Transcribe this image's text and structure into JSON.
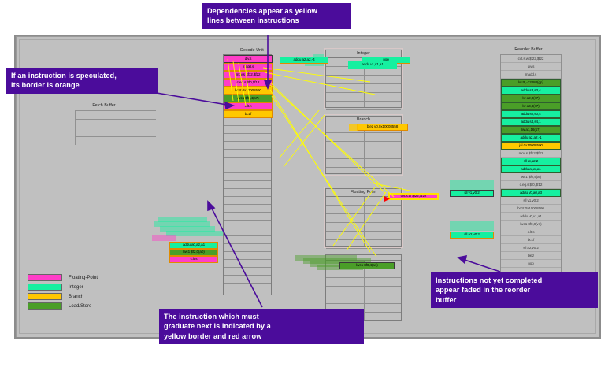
{
  "legend": {
    "items": [
      {
        "label": "Floating-Point",
        "color": "#ff3ec8"
      },
      {
        "label": "Integer",
        "color": "#16f0a0"
      },
      {
        "label": "Branch",
        "color": "#ffc800"
      },
      {
        "label": "Load/Store",
        "color": "#4a9e28"
      }
    ]
  },
  "panels": {
    "fetch_buffer_title": "Fetch Buffer",
    "decode_unit_title": "Decode Unit",
    "integer_title": "Integer",
    "branch_title": "Branch",
    "floating_point_title": "Floating Point",
    "reorder_buffer_title": "Reorder Buffer"
  },
  "decode_unit": {
    "instructions": [
      {
        "text": "div.s",
        "type": "Floating-Point",
        "speculated": false,
        "border": "black"
      },
      {
        "text": "madd.s",
        "type": "Floating-Point",
        "speculated": true,
        "border": "orange"
      },
      {
        "text": "mov.s $f12,$f22",
        "type": "Floating-Point",
        "speculated": true,
        "border": "orange"
      },
      {
        "text": "c.eq.s $f0,$f12",
        "type": "Floating-Point",
        "speculated": true,
        "border": "orange"
      },
      {
        "text": "bc1t 0x10008560",
        "type": "Branch",
        "speculated": true,
        "border": "orange"
      },
      {
        "text": "lwc1 $f0,4(s7)",
        "type": "Load/Store",
        "speculated": true,
        "border": "orange"
      },
      {
        "text": "c.lt.s",
        "type": "Floating-Point",
        "speculated": true,
        "border": "orange"
      },
      {
        "text": "bc1f",
        "type": "Branch",
        "speculated": true,
        "border": "orange"
      }
    ]
  },
  "integer_unit": {
    "instructions": [
      {
        "text": "addu a2,a2,-4",
        "speculated": true,
        "border": "orange"
      },
      {
        "text": "nop",
        "speculated": true,
        "border": "orange"
      },
      {
        "text": "addu v1,v1,a1",
        "speculated": false,
        "border": "none"
      }
    ]
  },
  "branch_unit": {
    "instructions": [
      {
        "text": "blez v0,0x10008558",
        "speculated": true,
        "border": "orange"
      }
    ]
  },
  "floating_point_unit": {
    "instructions": [
      {
        "text": "cvt.s.w $f22,$f22",
        "speculated": false,
        "border": "yellow",
        "graduate_next": true
      }
    ]
  },
  "load_store_unit": {
    "instructions": [
      {
        "text": "lwc1 $f0,4(a1)",
        "speculated": false,
        "border": "black"
      }
    ]
  },
  "pending_left": {
    "instructions": [
      {
        "text": "addu a0,a2,a1",
        "type": "Integer",
        "border": "orange"
      },
      {
        "text": "lwc1 $f2,0(a0)",
        "type": "Load/Store",
        "border": "orange"
      },
      {
        "text": "c.lt.s",
        "type": "Floating-Point",
        "border": "orange"
      }
    ]
  },
  "pending_right": {
    "instructions": [
      {
        "text": "sll v1,v0,2",
        "type": "Integer",
        "border": "black"
      },
      {
        "text": "sll a2,v0,2",
        "type": "Integer",
        "border": "orange"
      }
    ]
  },
  "reorder_buffer": {
    "entries": [
      {
        "text": "cvt.s.w $f22,$f22",
        "state": "pending",
        "color": "#c0c0c0"
      },
      {
        "text": "div.s",
        "state": "pending",
        "color": "#c0c0c0"
      },
      {
        "text": "madd.s",
        "state": "pending",
        "color": "#c0c0c0"
      },
      {
        "text": "lw t9,-32284(gp)",
        "state": "done",
        "color": "#4a9e28"
      },
      {
        "text": "addu s3,s3,4",
        "state": "done",
        "color": "#16f0a0"
      },
      {
        "text": "lw a2,0(s7)",
        "state": "done",
        "color": "#4a9e28"
      },
      {
        "text": "lw a3,8(s7)",
        "state": "done",
        "color": "#4a9e28"
      },
      {
        "text": "addu s0,s0,4",
        "state": "done",
        "color": "#16f0a0"
      },
      {
        "text": "addu s4,s4,1",
        "state": "done",
        "color": "#16f0a0"
      },
      {
        "text": "lw a1,16(s7)",
        "state": "done",
        "color": "#4a9e28"
      },
      {
        "text": "addu a2,a2,-1",
        "state": "done",
        "color": "#16f0a0"
      },
      {
        "text": "jal 0x10008500",
        "state": "done",
        "color": "#ffc800"
      },
      {
        "text": "mov.s $f12,$f22",
        "state": "pending",
        "color": "#c0c0c0"
      },
      {
        "text": "sll at,a2,2",
        "state": "done",
        "color": "#16f0a0"
      },
      {
        "text": "addu at,at,a1",
        "state": "done",
        "color": "#16f0a0"
      },
      {
        "text": "lwc1 $f0,4(at)",
        "state": "pending",
        "color": "#c0c0c0"
      },
      {
        "text": "c.eq.s $f0,$f12",
        "state": "pending",
        "color": "#c0c0c0"
      },
      {
        "text": "addu v0,a0,a3",
        "state": "done",
        "color": "#16f0a0"
      },
      {
        "text": "sll v1,v0,2",
        "state": "pending",
        "color": "#c0c0c0"
      },
      {
        "text": "bc1t 0x10008560",
        "state": "pending",
        "color": "#c0c0c0"
      },
      {
        "text": "addu v0,v1,a1",
        "state": "pending",
        "color": "#c0c0c0"
      },
      {
        "text": "lwc1 $f0,8(v1)",
        "state": "pending",
        "color": "#c0c0c0"
      },
      {
        "text": "c.lt.s",
        "state": "pending",
        "color": "#c0c0c0"
      },
      {
        "text": "bc1f",
        "state": "pending",
        "color": "#c0c0c0"
      },
      {
        "text": "sll a2,v0,2",
        "state": "pending",
        "color": "#c0c0c0"
      },
      {
        "text": "blez",
        "state": "pending",
        "color": "#c0c0c0"
      },
      {
        "text": "nop",
        "state": "pending",
        "color": "#c0c0c0"
      }
    ]
  },
  "callouts": [
    {
      "id": "dependencies",
      "text": "Dependencies appear as yellow\nlines between instructions"
    },
    {
      "id": "speculated",
      "text": "If an instruction is speculated,\nits border is orange"
    },
    {
      "id": "faded",
      "text": "Instructions not yet completed\nappear faded in the reorder\nbuffer"
    },
    {
      "id": "graduate",
      "text": "The instruction which must\ngraduate next is indicated by a\nyellow border and red arrow"
    }
  ],
  "colors": {
    "callout_bg": "#4b0c9b",
    "dependency_line": "#ffff00",
    "arrow": "#4b0c9b",
    "graduate_arrow": "#ff0000",
    "window_bg": "#c0c0c0"
  }
}
